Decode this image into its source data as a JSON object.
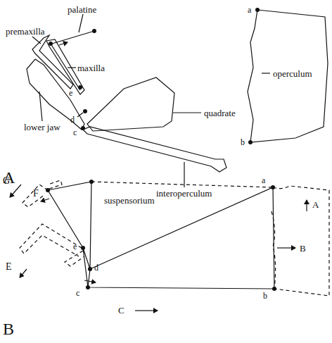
{
  "diagram": {
    "labels": [
      "premaxilla",
      "palatine",
      "maxilla",
      "lower jaw",
      "e",
      "d",
      "c",
      "quadrate",
      "a",
      "operculum",
      "b",
      "interoperculum",
      "A",
      "G",
      "F",
      "suspensorium",
      "a",
      "A",
      "e",
      "d",
      "B",
      "E",
      "c",
      "b",
      "C",
      "B"
    ]
  }
}
